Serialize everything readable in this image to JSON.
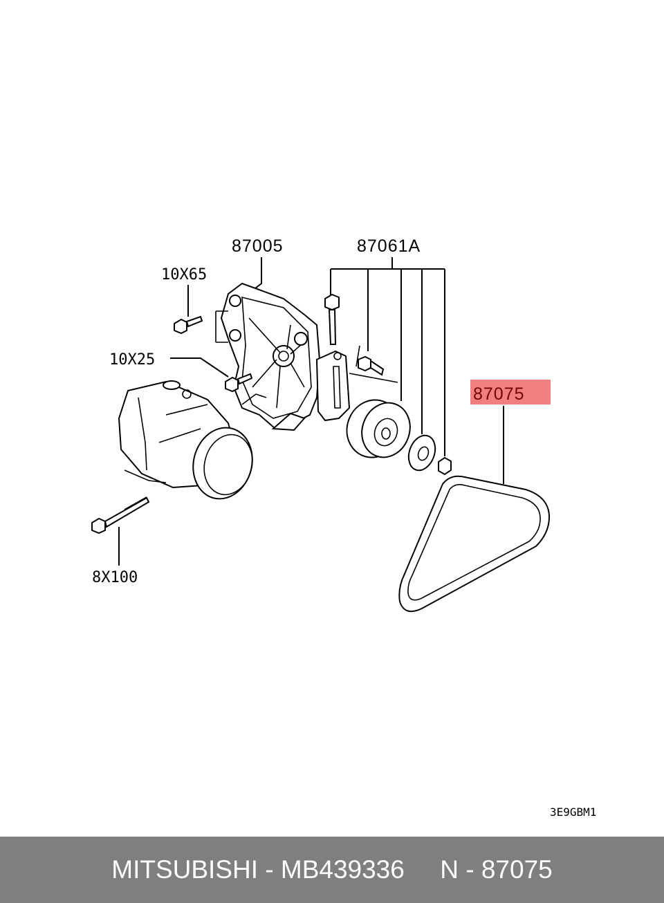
{
  "diagram": {
    "labels": {
      "bracket": "87005",
      "tensioner_assembly": "87061A",
      "belt": "87075",
      "bolt_top": "10X65",
      "bolt_mid": "10X25",
      "bolt_bottom": "8X100",
      "drawing_code": "3E9GBM1"
    },
    "highlight_color": "#f08080"
  },
  "footer": {
    "brand": "MITSUBISHI",
    "part_number": "MB439336",
    "ref": "N - 87075",
    "text": "MITSUBISHI - MB439336     N - 87075",
    "background": "#7f7f7f"
  }
}
